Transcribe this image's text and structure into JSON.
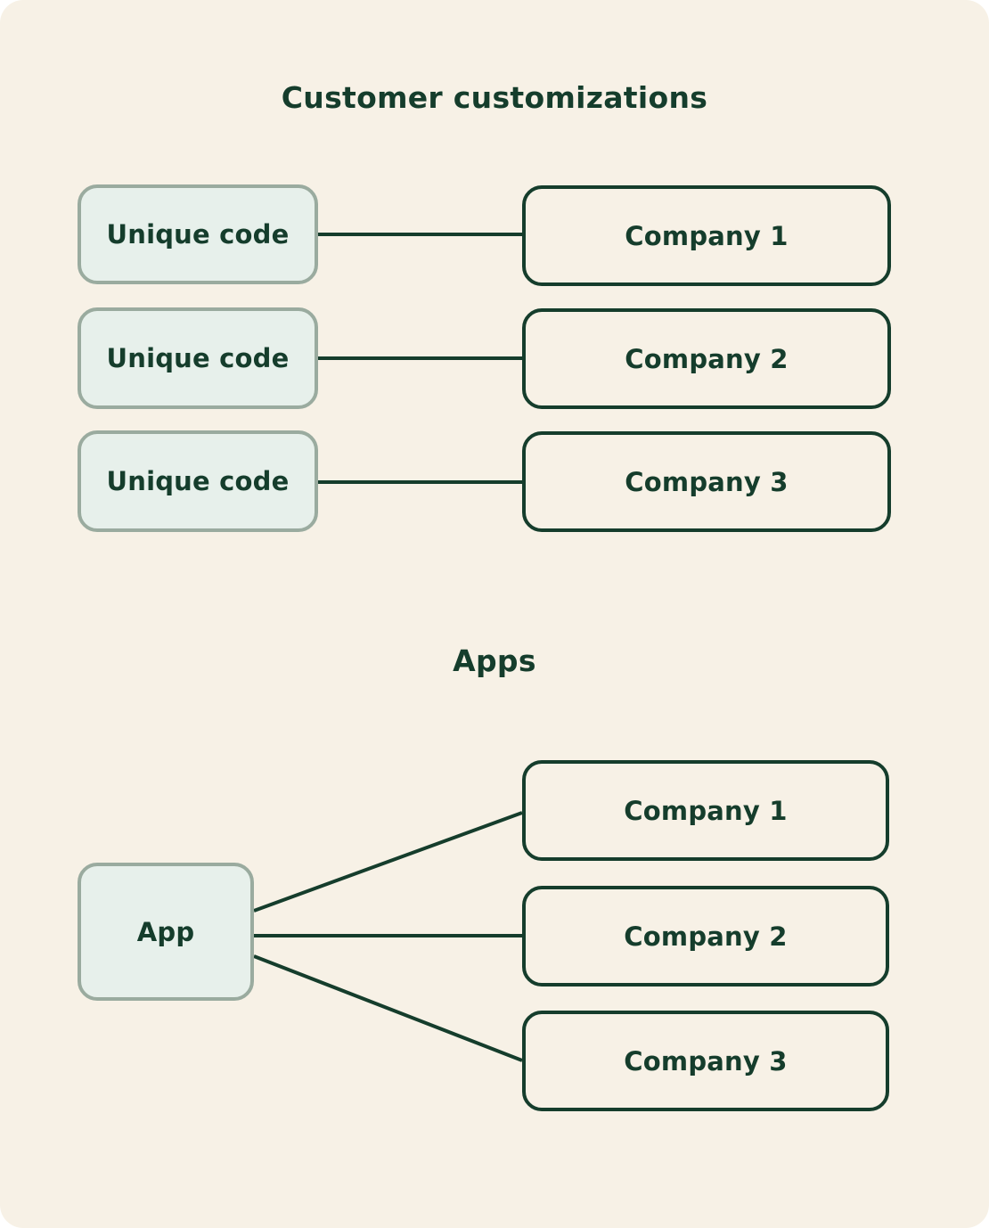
{
  "colors": {
    "background": "#F7F1E6",
    "ink": "#153D2C",
    "node_fill": "#E7F0EB",
    "node_border": "#9AAB9F"
  },
  "customizations": {
    "title": "Customer customizations",
    "pairs": [
      {
        "code": "Unique code",
        "company": "Company 1"
      },
      {
        "code": "Unique code",
        "company": "Company 2"
      },
      {
        "code": "Unique code",
        "company": "Company 3"
      }
    ]
  },
  "apps": {
    "title": "Apps",
    "app": "App",
    "companies": [
      "Company 1",
      "Company 2",
      "Company 3"
    ]
  }
}
